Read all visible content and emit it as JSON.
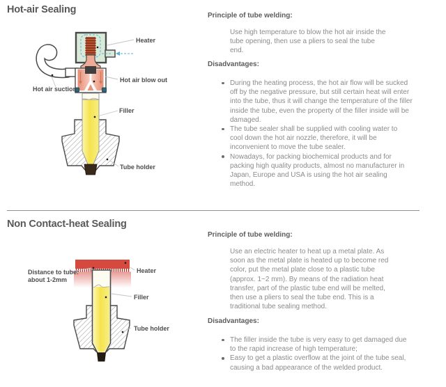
{
  "colors": {
    "heading_text": "#58595b",
    "subheading_text": "#5c5c5c",
    "body_text": "#8b8b8b",
    "heater_red": "#d6493f",
    "heater_box_mint": "#d9ead9",
    "nozzle_salmon": "#eda28c",
    "filler_yellow": "#f4e34e",
    "airflow_blue": "#5bb0d8"
  },
  "sections": [
    {
      "heading": "Hot-air Sealing",
      "principle_heading": "Principle of tube welding:",
      "principle_text": "Use high temperature to blow the hot air inside the\ntube opening, then use a pliers to seal the tube\nend.",
      "disadvantages_heading": "Disadvantages:",
      "disadvantages": [
        "During the heating process, the hot air flow will be sucked\noff by the negative pressure, but still certain heat will enter\ninto the tube, thus it will change the temperature of the filler\ninside the tube, even the property of the filler inside will be\ndamaged.",
        "The tube sealer shall be supplied with cooling water to\ncool down the hot air nozzle, therefore, it will be\ninconvenient to move the tube sealer.",
        "Nowadays, for packing biochemical products and for\npacking high quality products, almost no manufacturer in\nJapan, Europe and USA is using the hot air sealing\nmethod."
      ],
      "diagram": {
        "labels": {
          "heater": "Heater",
          "blow_out": "Hot air blow out",
          "suction": "Hot air suction",
          "filler": "Filler",
          "tube_holder": "Tube holder"
        }
      }
    },
    {
      "heading": "Non Contact-heat Sealing",
      "principle_heading": "Principle of tube welding:",
      "principle_text": "Use an electric heater to heat up a metal plate. As\nsoon as the metal plate is heated up to become red\ncolor, put the metal plate close to a plastic tube\n(approx. 1~2 mm). By means of the radiation heat\ntransfer, part of the plastic tube end will be melted,\nthen use a pliers to seal the tube end. This is a\ntraditional tube sealing method.",
      "disadvantages_heading": "Disadvantages:",
      "disadvantages": [
        "The filler inside the tube is very easy to get damaged due\nto the rapid increase of high temperature;",
        "Easy to get a plastic overflow at the joint of the tube seal,\ncausing a bad appearance of the welded product."
      ],
      "diagram": {
        "labels": {
          "distance_line1": "Distance to tube:",
          "distance_line2": "about 1-2mm",
          "heater": "Heater",
          "filler": "Filler",
          "tube_holder": "Tube holder"
        }
      }
    }
  ]
}
